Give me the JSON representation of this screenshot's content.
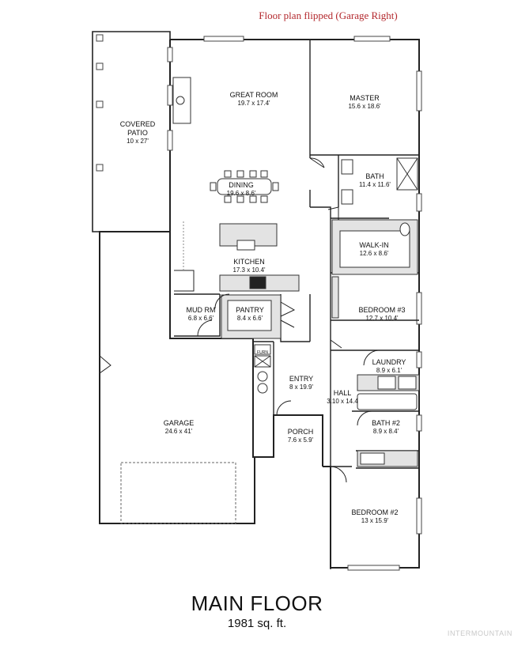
{
  "note": "Floor plan flipped (Garage Right)",
  "title": "MAIN FLOOR",
  "area": "1981 sq. ft.",
  "watermark": "INTERMOUNTAIN",
  "rooms": [
    {
      "id": "covered-patio",
      "name": "COVERED\nPATIO",
      "dims": "10 x 27'"
    },
    {
      "id": "great-room",
      "name": "GREAT ROOM",
      "dims": "19.7 x 17.4'"
    },
    {
      "id": "master",
      "name": "MASTER",
      "dims": "15.6 x 18.6'"
    },
    {
      "id": "dining",
      "name": "DINING",
      "dims": "19.6 x 8.6'"
    },
    {
      "id": "bath",
      "name": "BATH",
      "dims": "11.4 x 11.6'"
    },
    {
      "id": "walk-in",
      "name": "WALK-IN",
      "dims": "12.6 x 8.6'"
    },
    {
      "id": "kitchen",
      "name": "KITCHEN",
      "dims": "17.3 x 10.4'"
    },
    {
      "id": "bedroom-3",
      "name": "BEDROOM #3",
      "dims": "12.7 x 10.4'"
    },
    {
      "id": "mud-rm",
      "name": "MUD RM",
      "dims": "6.8 x 6.6'"
    },
    {
      "id": "pantry",
      "name": "PANTRY",
      "dims": "8.4 x 6.6'"
    },
    {
      "id": "laundry",
      "name": "LAUNDRY",
      "dims": "8.9 x 6.1'"
    },
    {
      "id": "entry",
      "name": "ENTRY",
      "dims": "8 x 19.9'"
    },
    {
      "id": "hall",
      "name": "HALL",
      "dims": "3.10 x 14.4"
    },
    {
      "id": "bath-2",
      "name": "BATH #2",
      "dims": "8.9 x 8.4'"
    },
    {
      "id": "garage",
      "name": "GARAGE",
      "dims": "24.6 x 41'"
    },
    {
      "id": "porch",
      "name": "PORCH",
      "dims": "7.6 x 5.9'"
    },
    {
      "id": "bedroom-2",
      "name": "BEDROOM #2",
      "dims": "13 x 15.9'"
    }
  ],
  "furnace_label": "FURN"
}
